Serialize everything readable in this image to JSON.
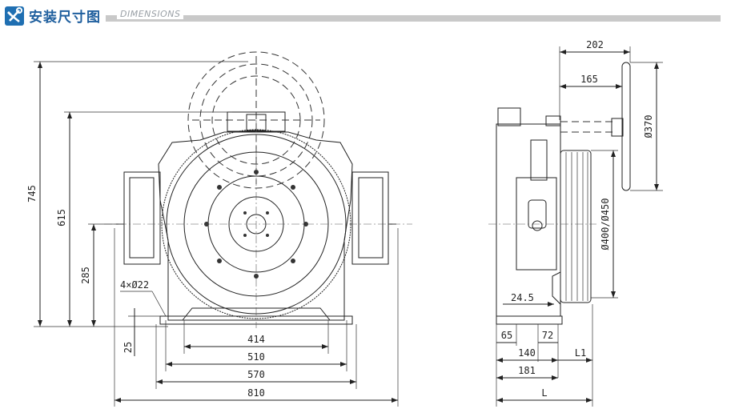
{
  "header": {
    "title": "安装尺寸图",
    "subtitle": "DIMENSIONS",
    "icon": "wrench-screwdriver-icon",
    "accent": "#1f5f9e",
    "bar_color": "#c9c9c9"
  },
  "front_view": {
    "dims": {
      "overall_height": "745",
      "sheave_center_height": "615",
      "shaft_height": "285",
      "holes": "4×Ø22",
      "base_thickness": "25",
      "hole_span_inner": "414",
      "hole_span": "510",
      "base_span": "570",
      "overall_width": "810"
    }
  },
  "side_view": {
    "dims": {
      "handwheel_offset": "202",
      "handwheel_inner": "165",
      "handwheel_dia": "Ø370",
      "sheave_dia": "Ø400/Ø450",
      "offset_24_5": "24.5",
      "base_left": "65",
      "base_right": "72",
      "base_hole_span": "140",
      "base_depth": "181",
      "l1": "L1",
      "l": "L"
    }
  }
}
